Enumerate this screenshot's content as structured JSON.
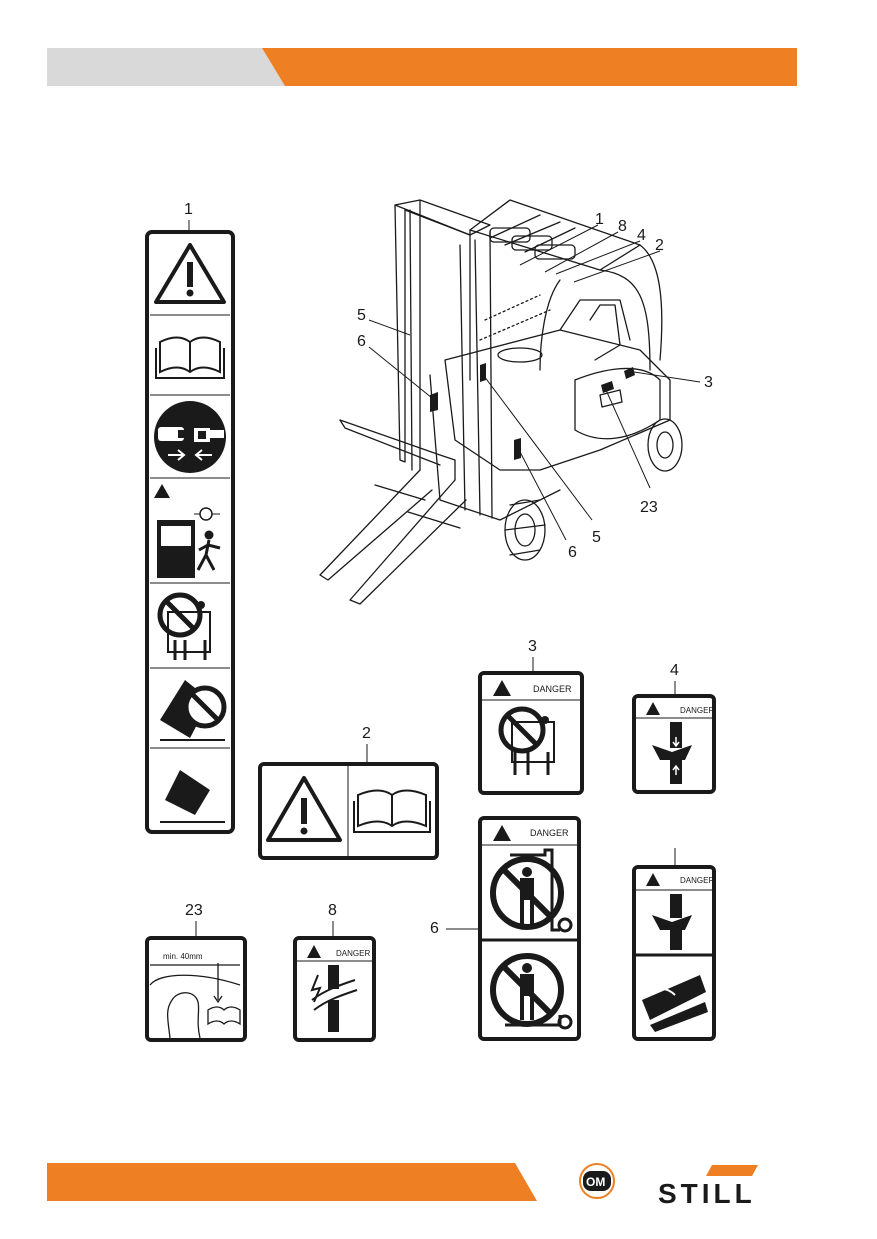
{
  "header": {
    "accent_color": "#ee7f22",
    "gray_color": "#d9d9d9"
  },
  "footer": {
    "accent_color": "#ee7f22",
    "logo_om": "OM",
    "logo_still": "STILL"
  },
  "callouts": {
    "main": [
      "1",
      "8",
      "4",
      "2",
      "5",
      "6",
      "3",
      "23",
      "5",
      "6"
    ],
    "label1": "1",
    "label2": "2",
    "label3": "3",
    "label4": "4",
    "label6": "6",
    "label8": "8",
    "label23": "23"
  },
  "decals": {
    "danger_text": "DANGER",
    "min_clearance": "min. 40mm"
  },
  "icons": [
    "warning-triangle-icon",
    "manual-book-icon",
    "seatbelt-icon",
    "parking-brake-exit-icon",
    "no-sideways-jump-icon",
    "tipover-icon",
    "crush-hand-icon",
    "electric-shock-icon",
    "head-clearance-icon"
  ]
}
